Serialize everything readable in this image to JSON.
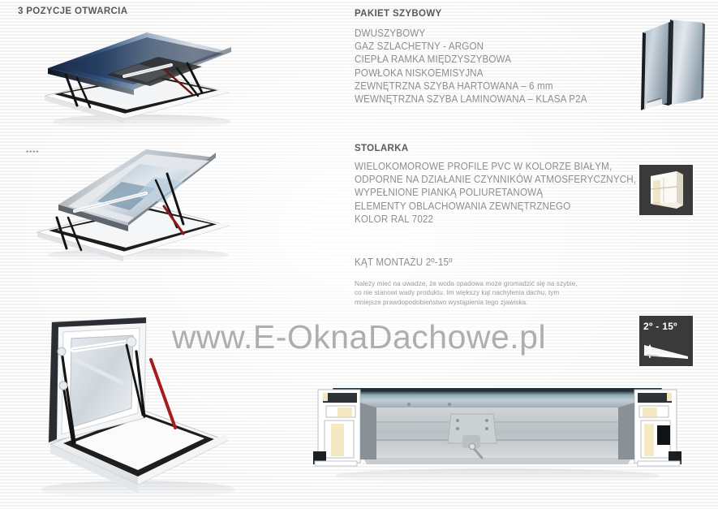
{
  "page": {
    "watermark": "www.E-OknaDachowe.pl",
    "background_color": "#fbfbfb",
    "heading_color": "#58595b",
    "body_text_color": "#8e8e8e",
    "tile_color": "#3a3a3a",
    "accent_red": "#c0392b"
  },
  "openings": {
    "title": "3 POZYCJE OTWARCIA",
    "footnote_mark": "****",
    "images": [
      {
        "name": "roof-window-open-position-1",
        "alt": "Okno dachowe w pierwszej pozycji otwarcia"
      },
      {
        "name": "roof-window-open-position-2",
        "alt": "Okno dachowe w drugiej pozycji otwarcia"
      },
      {
        "name": "roof-window-open-position-3",
        "alt": "Okno dachowe w trzeciej pozycji otwarcia"
      }
    ]
  },
  "glazing": {
    "title": "PAKIET SZYBOWY",
    "items": [
      "DWUSZYBOWY",
      "GAZ SZLACHETNY - ARGON",
      "CIEPŁA RAMKA MIĘDZYSZYBOWA",
      "POWŁOKA NISKOEMISYJNA",
      "ZEWNĘTRZNA SZYBA HARTOWANA – 6 mm",
      "WEWNĘTRZNA SZYBA LAMINOWANA – KLASA P2A"
    ],
    "icon_alt": "Pakiet szybowy – przekrój zestawu dwuszybowego"
  },
  "joinery": {
    "title": "STOLARKA",
    "items": [
      "WIELOKOMOROWE PROFILE PVC W KOLORZE BIAŁYM,",
      "ODPORNE NA DZIAŁANIE CZYNNIKÓW ATMOSFERYCZNYCH,",
      "WYPEŁNIONE PIANKĄ POLIURETANOWĄ",
      "ELEMENTY OBLACHOWANIA ZEWNĘTRZNEGO",
      "KOLOR RAL 7022"
    ],
    "icon_alt": "Profil PVC – ikona stolarki"
  },
  "angle": {
    "title": "KĄT MONTAŻU 2º-15º",
    "note": "Należy mieć na uwadze, że woda opadowa może gromadzić się na szybie, co nie stanowi wady produktu. Im większy kąt nachylenia dachu, tym mniejsze prawdopodobieństwo wystąpienia tego zjawiska.",
    "tile_label": "2º - 15º",
    "icon_alt": "Zakres kąta montażu od 2 do 15 stopni"
  },
  "section_view": {
    "alt": "Przekrój poprzeczny okna dachowego z pakietem szybowym i profilem PVC"
  }
}
